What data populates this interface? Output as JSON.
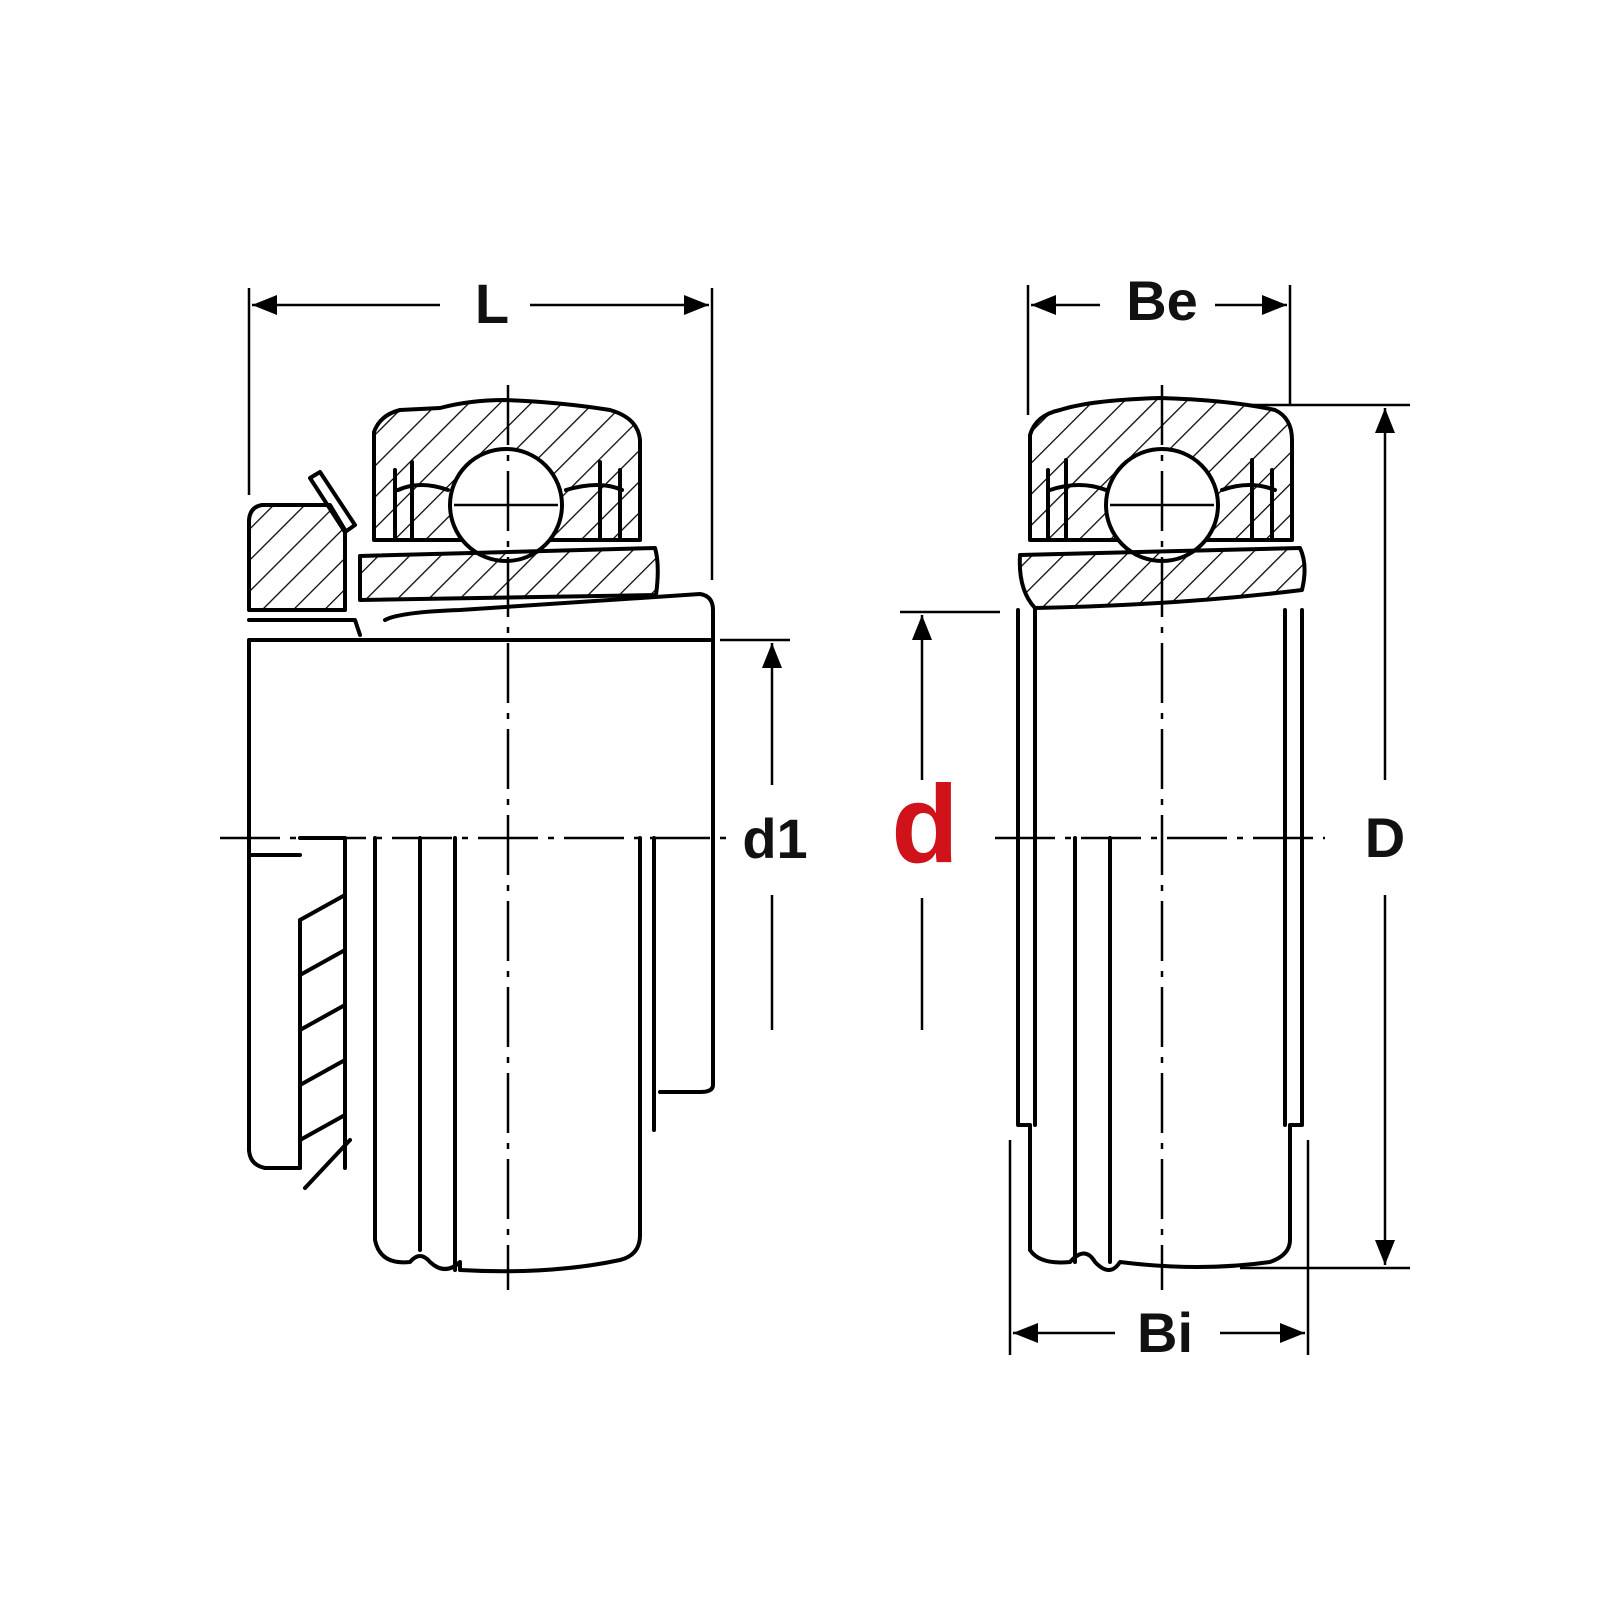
{
  "labels": {
    "L": "L",
    "Be": "Be",
    "Bi": "Bi",
    "d": "d",
    "d1": "d1",
    "D": "D"
  },
  "colors": {
    "line": "#000000",
    "text": "#111111",
    "highlight": "#d0121b",
    "background": "#ffffff"
  }
}
